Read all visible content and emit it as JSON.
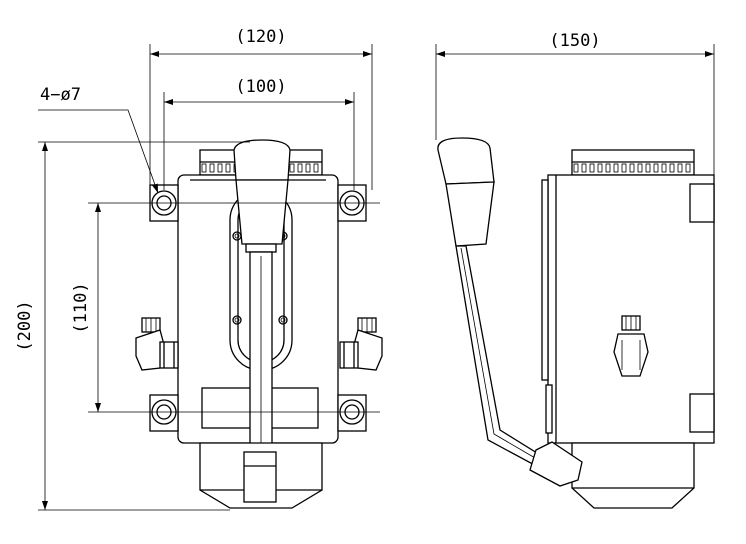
{
  "drawing": {
    "dimensions": {
      "front_width_outer": "(120)",
      "front_width_inner": "(100)",
      "hole_callout": "4−ø7",
      "front_height_total": "(200)",
      "front_hole_spacing_vertical": "(110)",
      "side_depth": "(150)"
    }
  }
}
